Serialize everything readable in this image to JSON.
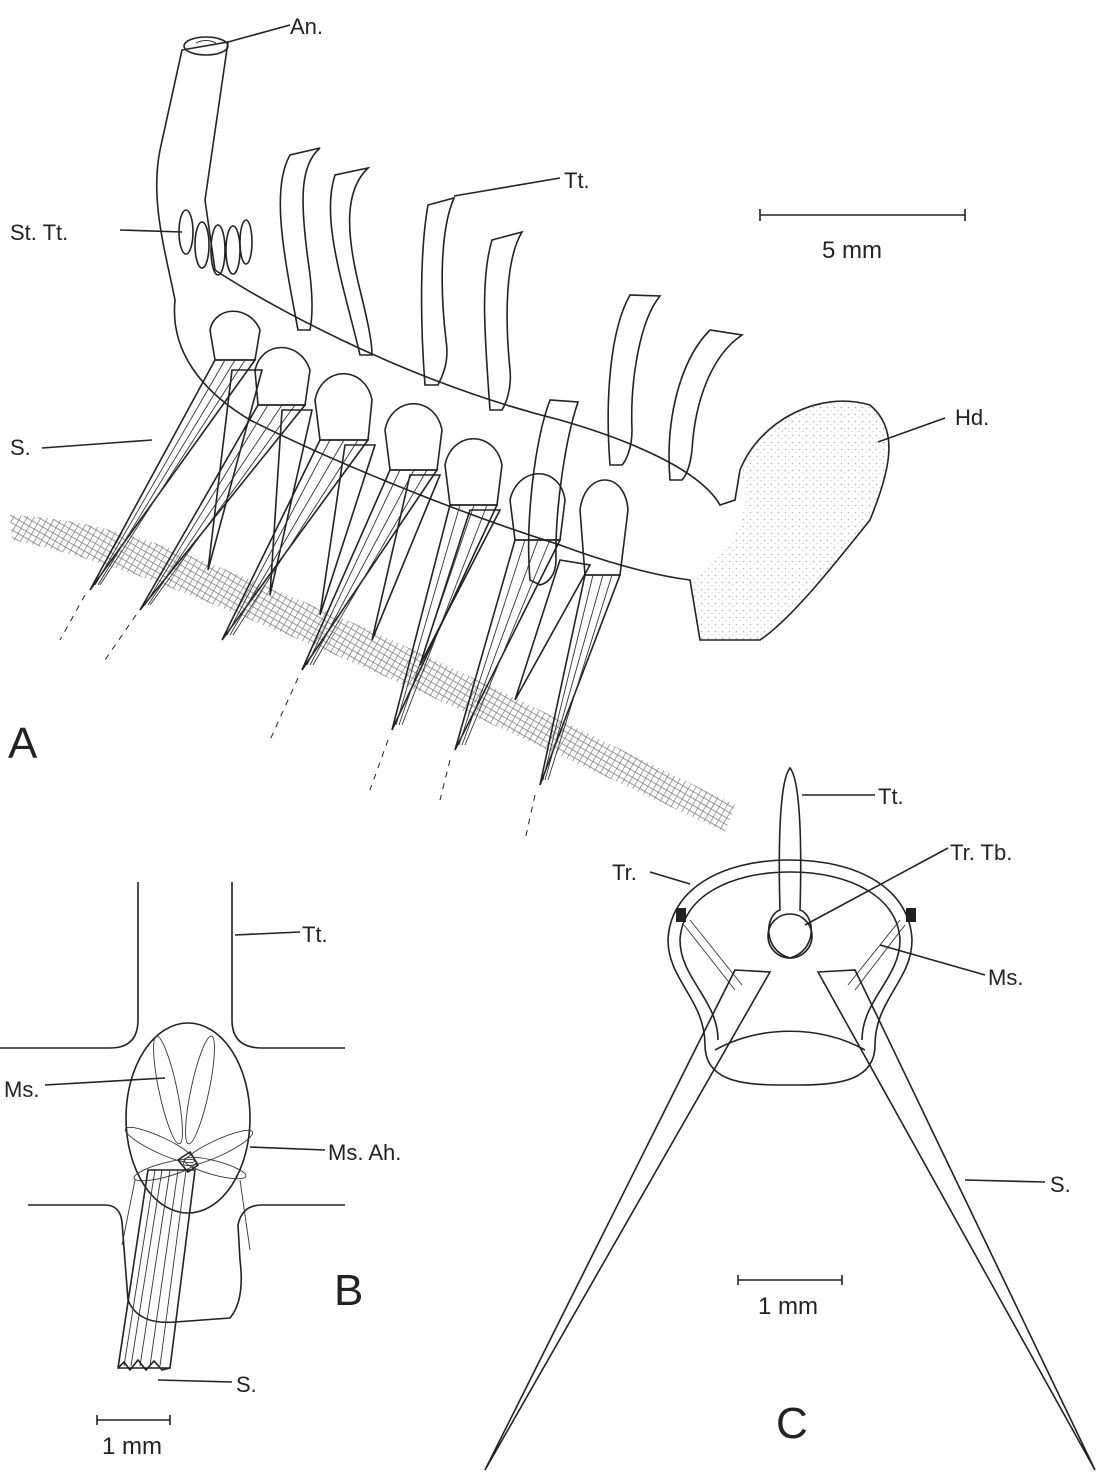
{
  "figure": {
    "panel_a": {
      "letter": "A",
      "labels": {
        "anus": "An.",
        "stinging_tentacles": "St. Tt.",
        "tentacle": "Tt.",
        "spine": "S.",
        "head": "Hd."
      },
      "scale_bar": "5 mm"
    },
    "panel_b": {
      "letter": "B",
      "labels": {
        "tentacle": "Tt.",
        "muscles": "Ms.",
        "muscle_attachment": "Ms. Ah.",
        "spine": "S."
      },
      "scale_bar": "1 mm"
    },
    "panel_c": {
      "letter": "C",
      "labels": {
        "tentacle": "Tt.",
        "trunk_tube": "Tr. Tb.",
        "trunk": "Tr.",
        "muscles": "Ms.",
        "spine": "S."
      },
      "scale_bar": "1 mm"
    }
  }
}
